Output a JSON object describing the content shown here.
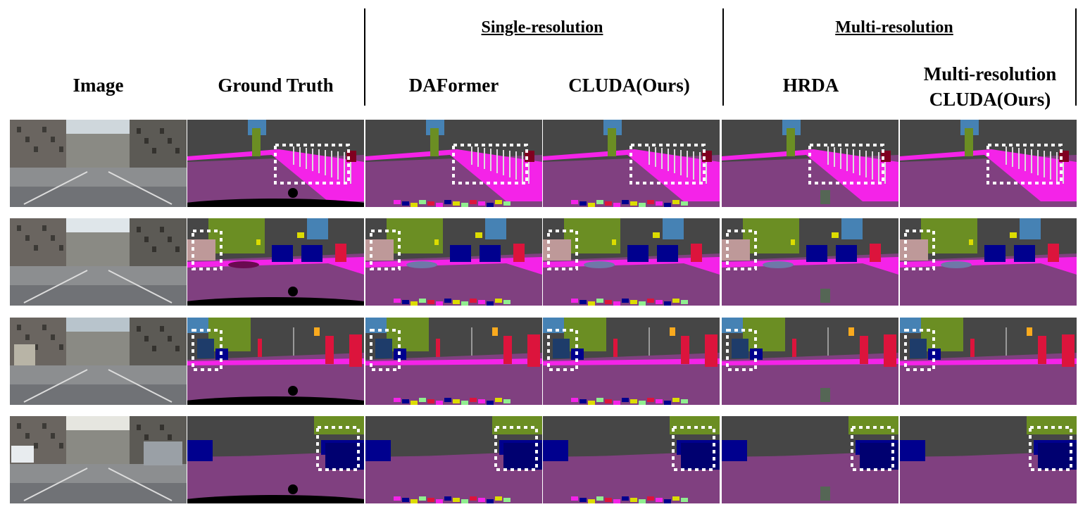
{
  "group_titles": {
    "single": "Single-resolution",
    "multi": "Multi-resolution"
  },
  "columns": [
    {
      "key": "image",
      "lines": [
        "Image"
      ]
    },
    {
      "key": "gt",
      "lines": [
        "Ground Truth"
      ]
    },
    {
      "key": "daformer",
      "lines": [
        "DAFormer"
      ]
    },
    {
      "key": "cluda",
      "lines": [
        "CLUDA(Ours)"
      ]
    },
    {
      "key": "hrda",
      "lines": [
        "HRDA"
      ]
    },
    {
      "key": "mrcluda",
      "lines": [
        "Multi-resolution",
        "CLUDA(Ours)"
      ]
    }
  ],
  "colors": {
    "road": "#804080",
    "sidewalk": "#f423e8",
    "building": "#464646",
    "vegetation": "#6b8e23",
    "sky": "#4682b4",
    "car": "#00008e",
    "person": "#dc143c",
    "pole": "#999999",
    "sign": "#dcdc00",
    "light": "#faaa1e",
    "wall": "#be9999",
    "void": "#000000",
    "highlight": "#ffffff"
  }
}
